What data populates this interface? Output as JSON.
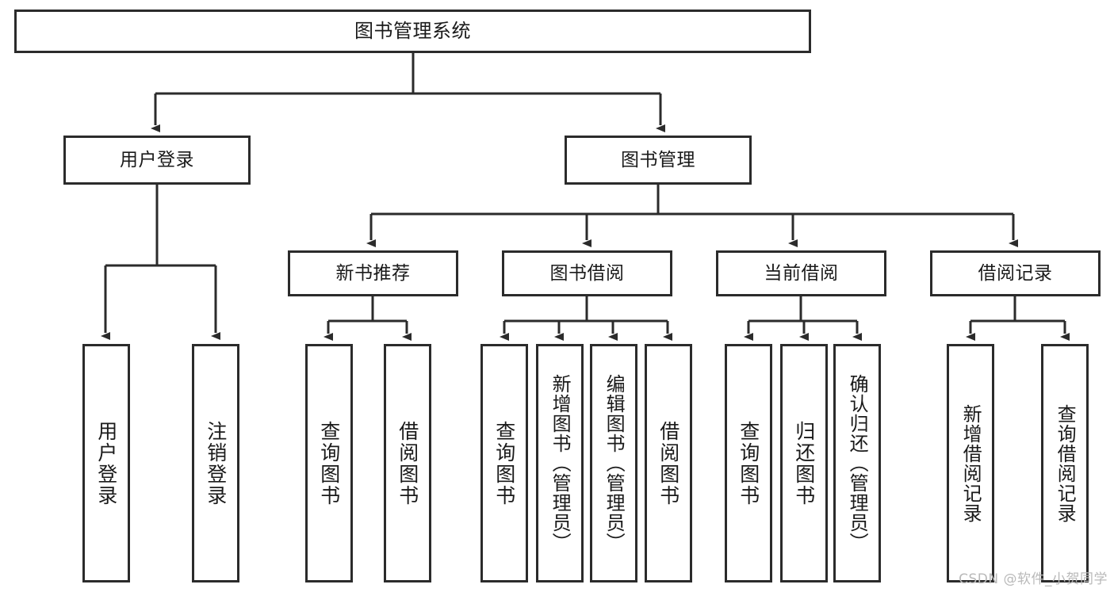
{
  "diagram": {
    "title": "图书管理系统",
    "watermark": "CSDN @软件_小贺同学",
    "line_color": "#2b2b2b",
    "box_fill": "#ffffff",
    "text_color": "#1a1a1a",
    "root": {
      "label": "图书管理系统"
    },
    "level2": [
      {
        "label": "用户登录"
      },
      {
        "label": "图书管理"
      }
    ],
    "level3": [
      {
        "label": "新书推荐"
      },
      {
        "label": "图书借阅"
      },
      {
        "label": "当前借阅"
      },
      {
        "label": "借阅记录"
      }
    ],
    "leaves": {
      "user_login": [
        {
          "label": "用户登录"
        },
        {
          "label": "注销登录"
        }
      ],
      "new_book_recommend": [
        {
          "label": "查询图书"
        },
        {
          "label": "借阅图书"
        }
      ],
      "book_borrow": [
        {
          "label": "查询图书"
        },
        {
          "label": "新增图书（管理员）"
        },
        {
          "label": "编辑图书（管理员）"
        },
        {
          "label": "借阅图书"
        }
      ],
      "current_borrow": [
        {
          "label": "查询图书"
        },
        {
          "label": "归还图书"
        },
        {
          "label": "确认归还（管理员）"
        }
      ],
      "borrow_record": [
        {
          "label": "新增借阅记录"
        },
        {
          "label": "查询借阅记录"
        }
      ]
    }
  }
}
